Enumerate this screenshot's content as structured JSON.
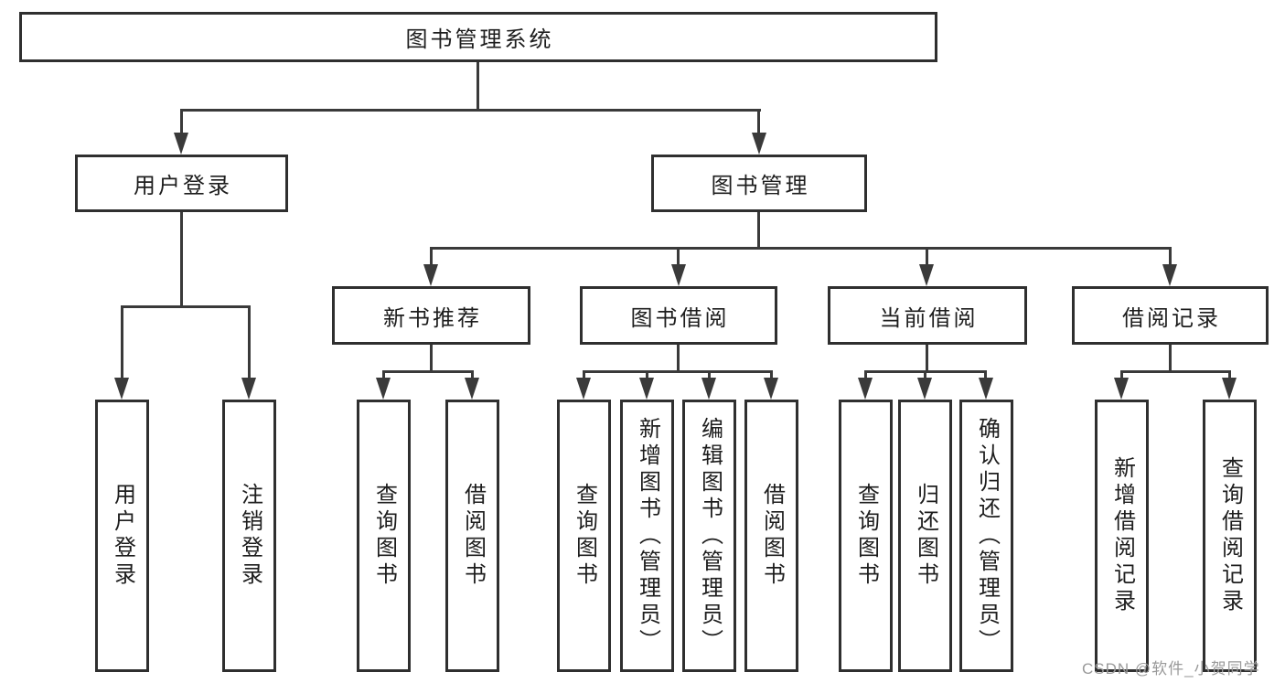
{
  "diagram": {
    "title": "图书管理系统",
    "root": {
      "label": "图书管理系统"
    },
    "level2": [
      {
        "label": "用户登录"
      },
      {
        "label": "图书管理"
      }
    ],
    "level3": [
      {
        "label": "新书推荐"
      },
      {
        "label": "图书借阅"
      },
      {
        "label": "当前借阅"
      },
      {
        "label": "借阅记录"
      }
    ],
    "leaves": [
      {
        "label": "用户登录",
        "parent": "用户登录"
      },
      {
        "label": "注销登录",
        "parent": "用户登录"
      },
      {
        "label": "查询图书",
        "parent": "新书推荐"
      },
      {
        "label": "借阅图书",
        "parent": "新书推荐"
      },
      {
        "label": "查询图书",
        "parent": "图书借阅"
      },
      {
        "label": "新增图书（管理员）",
        "parent": "图书借阅"
      },
      {
        "label": "编辑图书（管理员）",
        "parent": "图书借阅"
      },
      {
        "label": "借阅图书",
        "parent": "图书借阅"
      },
      {
        "label": "查询图书",
        "parent": "当前借阅"
      },
      {
        "label": "归还图书",
        "parent": "当前借阅"
      },
      {
        "label": "确认归还（管理员）",
        "parent": "当前借阅"
      },
      {
        "label": "新增借阅记录",
        "parent": "借阅记录"
      },
      {
        "label": "查询借阅记录",
        "parent": "借阅记录"
      }
    ]
  },
  "watermark": {
    "text": "CSDN @软件_小贺同学"
  },
  "colors": {
    "background": "#ffffff",
    "line": "#3a3a3a",
    "border": "#2f2f2f",
    "text": "#1d1d1d",
    "watermark": "#9a9a9a"
  }
}
